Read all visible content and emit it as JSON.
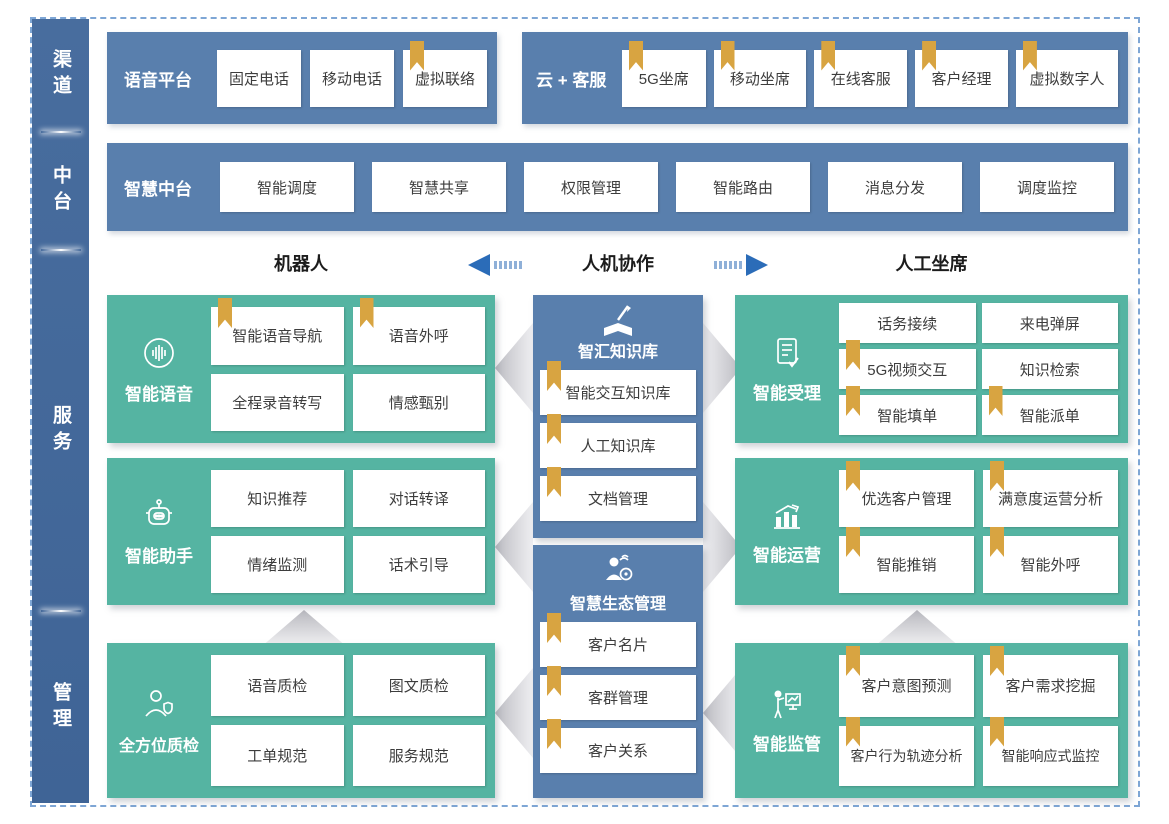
{
  "colors": {
    "panel_blue": "#597fad",
    "sidebar_blue": "#436699",
    "teal": "#55b4a2",
    "bookmark_gold": "#d8a441",
    "collab_arrow_blue": "#2b6cb8",
    "dashed_border": "#7ea6d5",
    "gray_arrow": "#c9c9cf",
    "text_dark": "#3d3d3d"
  },
  "sidebar": {
    "sections": [
      "渠道",
      "中台",
      "服务",
      "管理"
    ]
  },
  "voice_platform": {
    "label": "语音平台",
    "items": [
      {
        "label": "固定电话",
        "bookmark": false
      },
      {
        "label": "移动电话",
        "bookmark": false
      },
      {
        "label": "虚拟联络",
        "bookmark": true
      }
    ]
  },
  "cloud_service": {
    "label": "云 + 客服",
    "items": [
      {
        "label": "5G坐席",
        "bookmark": true
      },
      {
        "label": "移动坐席",
        "bookmark": true
      },
      {
        "label": "在线客服",
        "bookmark": true
      },
      {
        "label": "客户经理",
        "bookmark": true
      },
      {
        "label": "虚拟数字人",
        "bookmark": true
      }
    ]
  },
  "middle_platform": {
    "label": "智慧中台",
    "items": [
      {
        "label": "智能调度"
      },
      {
        "label": "智慧共享"
      },
      {
        "label": "权限管理"
      },
      {
        "label": "智能路由"
      },
      {
        "label": "消息分发"
      },
      {
        "label": "调度监控"
      }
    ]
  },
  "collab_header": {
    "robots": "机器人",
    "collab": "人机协作",
    "agents": "人工坐席"
  },
  "left_blocks": [
    {
      "label": "智能语音",
      "icon": "voice-wave-icon",
      "items": [
        {
          "label": "智能语音导航",
          "bookmark": true
        },
        {
          "label": "语音外呼",
          "bookmark": true
        },
        {
          "label": "全程录音转写",
          "bookmark": false
        },
        {
          "label": "情感甄别",
          "bookmark": false
        }
      ]
    },
    {
      "label": "智能助手",
      "icon": "robot-icon",
      "items": [
        {
          "label": "知识推荐",
          "bookmark": false
        },
        {
          "label": "对话转译",
          "bookmark": false
        },
        {
          "label": "情绪监测",
          "bookmark": false
        },
        {
          "label": "话术引导",
          "bookmark": false
        }
      ]
    },
    {
      "label": "全方位质检",
      "icon": "person-shield-icon",
      "items": [
        {
          "label": "语音质检",
          "bookmark": false
        },
        {
          "label": "图文质检",
          "bookmark": false
        },
        {
          "label": "工单规范",
          "bookmark": false
        },
        {
          "label": "服务规范",
          "bookmark": false
        }
      ]
    }
  ],
  "center_blocks": [
    {
      "label": "智汇知识库",
      "icon": "book-pen-icon",
      "items": [
        {
          "label": "智能交互知识库",
          "bookmark": true
        },
        {
          "label": "人工知识库",
          "bookmark": true
        },
        {
          "label": "文档管理",
          "bookmark": true
        }
      ]
    },
    {
      "label": "智慧生态管理",
      "icon": "person-network-icon",
      "items": [
        {
          "label": "客户名片",
          "bookmark": true
        },
        {
          "label": "客群管理",
          "bookmark": true
        },
        {
          "label": "客户关系",
          "bookmark": true
        }
      ]
    }
  ],
  "right_blocks": [
    {
      "label": "智能受理",
      "icon": "document-check-icon",
      "items": [
        {
          "label": "话务接续",
          "bookmark": false
        },
        {
          "label": "来电弹屏",
          "bookmark": false
        },
        {
          "label": "5G视频交互",
          "bookmark": true
        },
        {
          "label": "知识检索",
          "bookmark": false
        },
        {
          "label": "智能填单",
          "bookmark": true
        },
        {
          "label": "智能派单",
          "bookmark": true
        }
      ]
    },
    {
      "label": "智能运营",
      "icon": "chart-up-icon",
      "items": [
        {
          "label": "优选客户管理",
          "bookmark": true
        },
        {
          "label": "满意度运营分析",
          "bookmark": true
        },
        {
          "label": "智能推销",
          "bookmark": true
        },
        {
          "label": "智能外呼",
          "bookmark": true
        }
      ]
    },
    {
      "label": "智能监管",
      "icon": "presenter-chart-icon",
      "items": [
        {
          "label": "客户意图预测",
          "bookmark": true
        },
        {
          "label": "客户需求挖掘",
          "bookmark": true
        },
        {
          "label": "客户行为轨迹分析",
          "bookmark": true
        },
        {
          "label": "智能响应式监控",
          "bookmark": true
        }
      ]
    }
  ]
}
